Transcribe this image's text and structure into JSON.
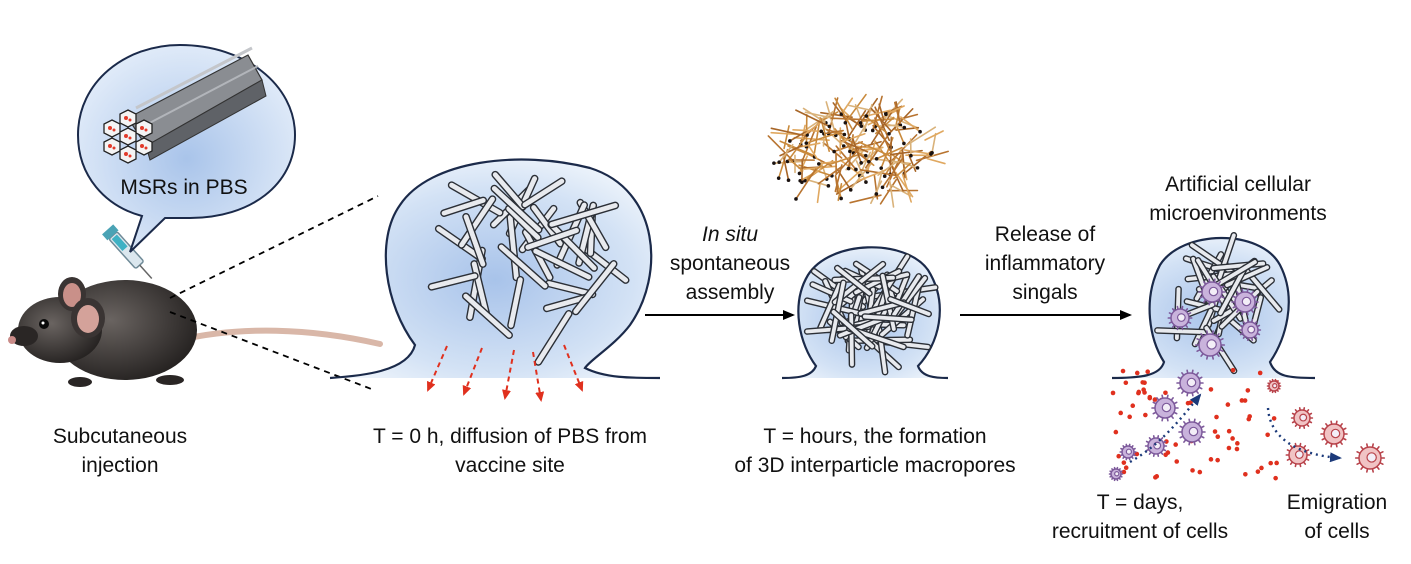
{
  "bubble_label": "MSRs in PBS",
  "stages": {
    "injection": [
      "Subcutaneous",
      "injection"
    ],
    "diffusion": [
      "T = 0 h, diffusion of PBS from",
      "vaccine site"
    ],
    "formation": [
      "T = hours, the formation",
      "of 3D interparticle macropores"
    ],
    "recruitment": [
      "T = days,",
      "recruitment of cells"
    ],
    "emigration": [
      "Emigration",
      "of cells"
    ]
  },
  "arrows": {
    "assembly": {
      "italic": "In situ",
      "rest": "",
      "line2": "spontaneous",
      "line3": "assembly"
    },
    "release": [
      "Release of",
      "inflammatory",
      "singals"
    ]
  },
  "microenv_title": [
    "Artificial cellular",
    "microenvironments"
  ],
  "colors": {
    "gel_fill": "#c7d9f0",
    "gel_outline": "#1b2a4a",
    "rod": "#555b66",
    "diffusion_arrow": "#e0301e",
    "signal_dot": "#e0301e",
    "cell": "#a98bc4",
    "emigrating_cell": "#d96a72",
    "path": "#1c3a7a"
  },
  "icons": [
    "mouse-icon",
    "syringe-icon",
    "msr-bundle-icon",
    "rod-pile-photo-icon"
  ]
}
